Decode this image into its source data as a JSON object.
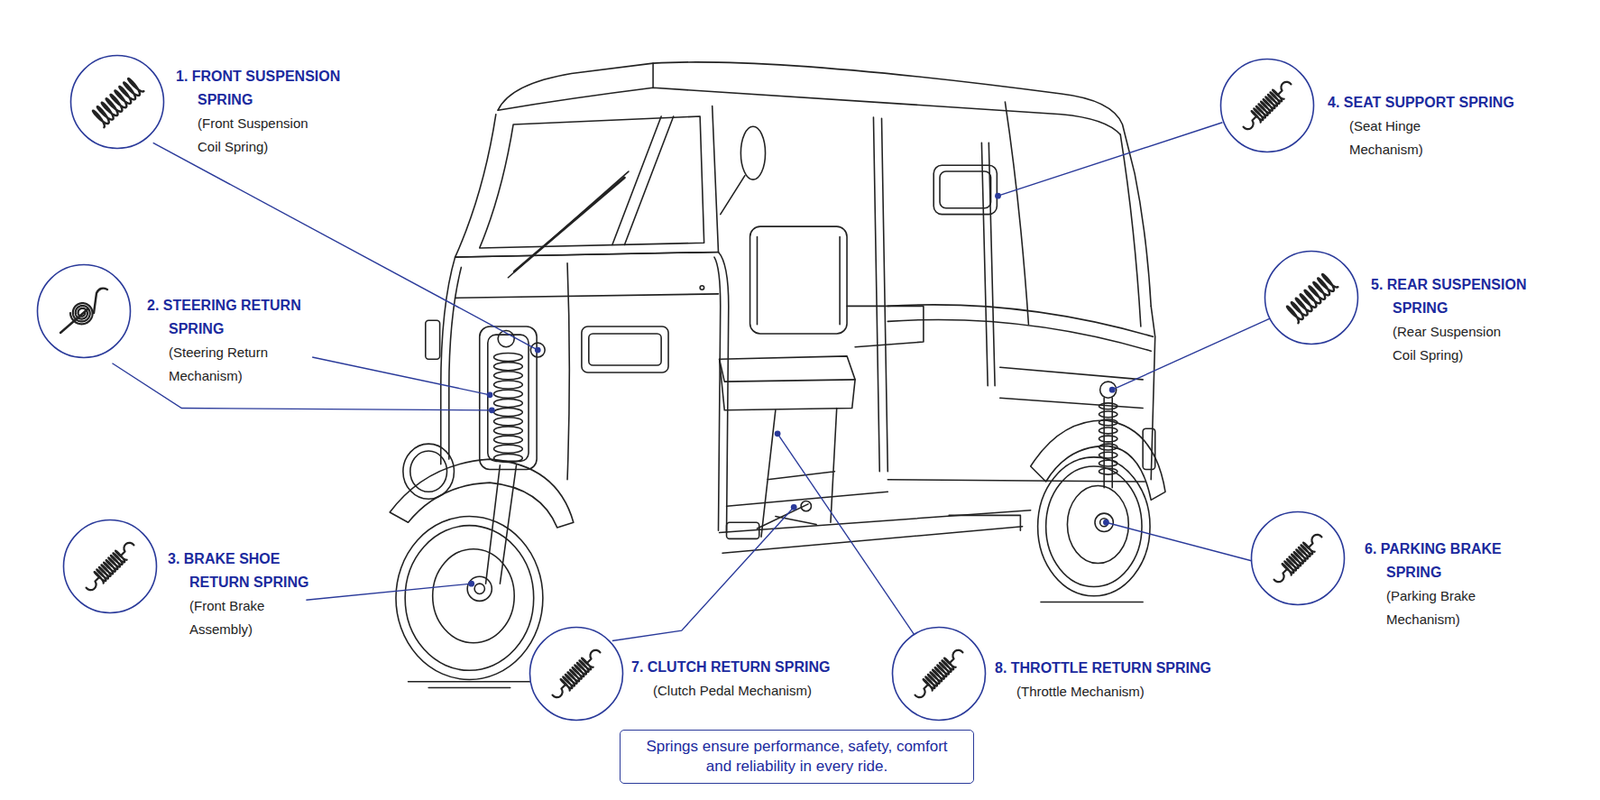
{
  "diagram": {
    "caption": "Springs ensure performance, safety, comfort and reliability in every ride.",
    "nodes": [
      {
        "text": [
          "1. FRONT SUSPENSION SPRING",
          "(Front Suspension Coil Spring)"
        ]
      },
      {
        "text": [
          "2. STEERING RETURN SPRING",
          "(Steering Return Mechanism)"
        ]
      },
      {
        "text": [
          "3. BRAKE SHOE RETURN SPRING",
          "(Front Brake Assembly)"
        ]
      },
      {
        "text": [
          "4. SEAT SUPPORT SPRING",
          "(Seat Hinge Mechanism)"
        ]
      },
      {
        "text": [
          "5. REAR SUSPENSION SPRING",
          "(Rear Suspension Coil Spring)"
        ]
      },
      {
        "text": [
          "6. PARKING BRAKE SPRING",
          "(Parking Brake Mechanism)"
        ]
      },
      {
        "text": [
          "7. CLUTCH RETURN SPRING",
          "(Clutch Pedal Mechanism)"
        ]
      },
      {
        "text": [
          "8. THROTTLE RETURN SPRING",
          "(Throttle Mechanism)"
        ]
      }
    ]
  }
}
